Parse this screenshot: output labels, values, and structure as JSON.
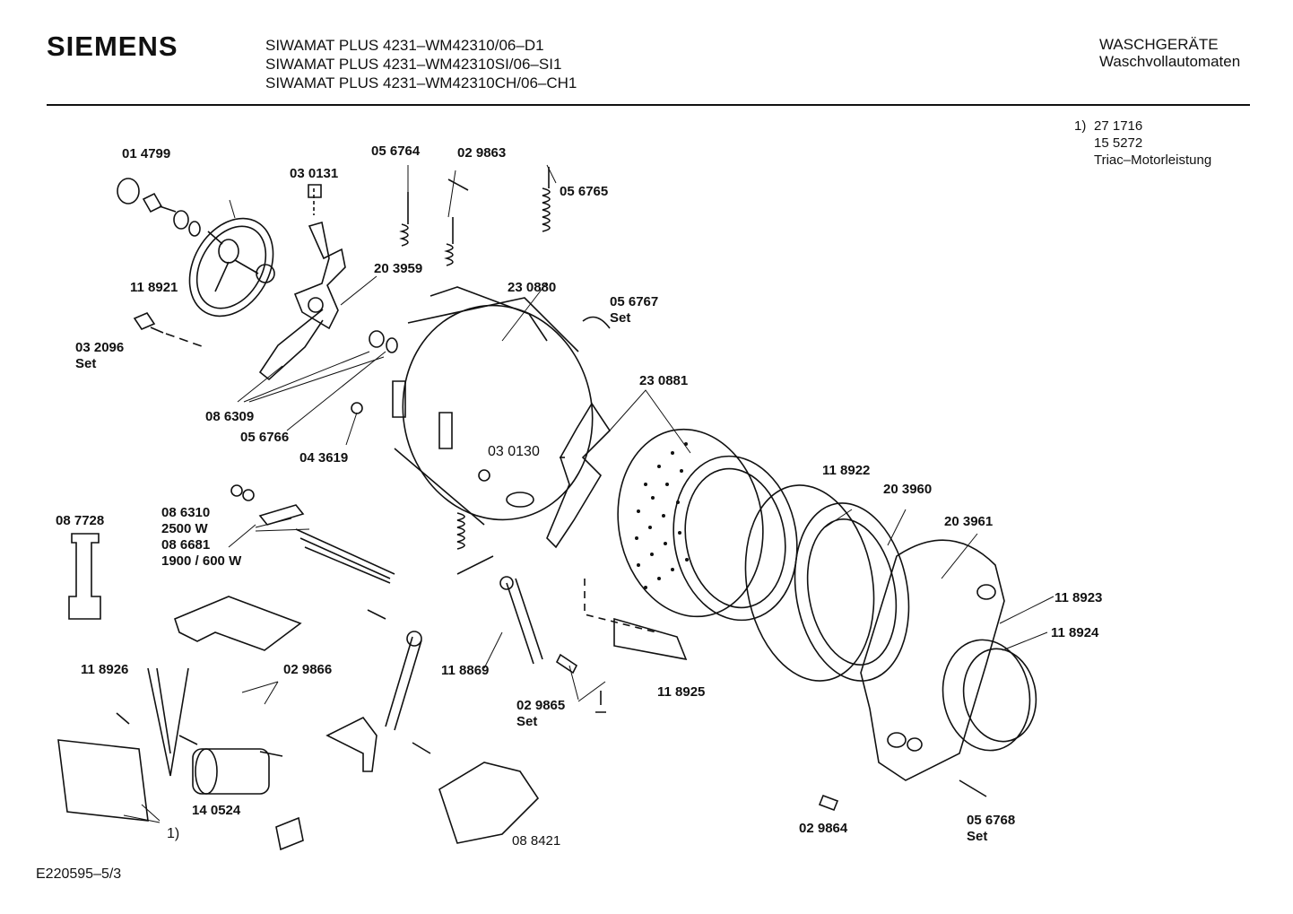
{
  "header": {
    "brand": "SIEMENS",
    "models": [
      "SIWAMAT PLUS 4231–WM42310/06–D1",
      "SIWAMAT PLUS 4231–WM42310SI/06–SI1",
      "SIWAMAT PLUS 4231–WM42310CH/06–CH1"
    ],
    "category": [
      "WASCHGERÄTE",
      "Waschvollautomaten"
    ]
  },
  "footnote": {
    "marker": "1)",
    "lines": [
      "27 1716",
      "15 5272",
      "Triac–Motorleistung"
    ]
  },
  "parts": {
    "p014799": "01 4799",
    "p030131": "03 0131",
    "p056764": "05 6764",
    "p029863": "02 9863",
    "p056765": "05 6765",
    "p118921": "11 8921",
    "p203959": "20 3959",
    "p230880": "23 0880",
    "p056767": "05 6767",
    "p056767set": "Set",
    "p032096": "03 2096",
    "p032096set": "Set",
    "p086309": "08 6309",
    "p056766": "05 6766",
    "p043619": "04 3619",
    "p230881": "23 0881",
    "p030130": "03 0130",
    "p118922": "11 8922",
    "p203960": "20 3960",
    "p203961": "20 3961",
    "p087728": "08 7728",
    "p086310": "08 6310",
    "p2500w": "2500 W",
    "p086681": "08 6681",
    "p1900w": "1900 / 600 W",
    "p118923": "11 8923",
    "p118924": "11 8924",
    "p118926": "11 8926",
    "p029866": "02 9866",
    "p118869": "11 8869",
    "p029865": "02 9865",
    "p029865set": "Set",
    "p118925": "11 8925",
    "p140524": "14 0524",
    "p1": "1)",
    "p088421": "08 8421",
    "p029864": "02 9864",
    "p056768": "05 6768",
    "p056768set": "Set"
  },
  "document_id": "E220595–5/3"
}
